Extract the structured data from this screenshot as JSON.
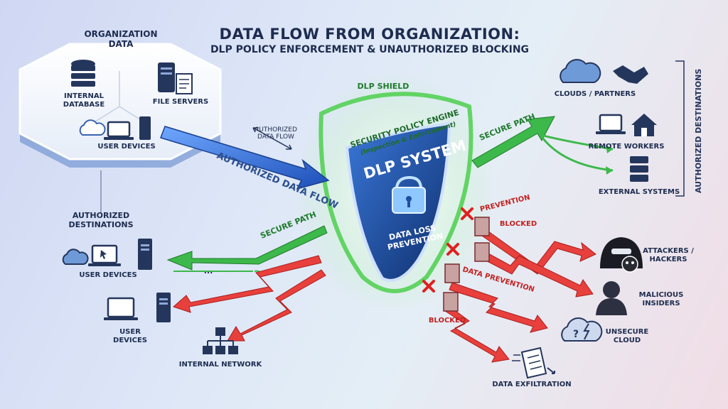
{
  "title": {
    "main": "DATA FLOW FROM ORGANIZATION:",
    "sub": "DLP POLICY ENFORCEMENT & UNAUTHORIZED BLOCKING"
  },
  "organization": {
    "heading": "ORGANIZATION DATA",
    "internal_database": "INTERNAL DATABASE",
    "file_servers": "FILE SERVERS",
    "user_devices": "USER DEVICES"
  },
  "flows": {
    "authorized_small": "AUTHORIZED DATA FLOW",
    "authorized_big": "AUTHORIZED DATA FLOW",
    "secure_path_out": "SECURE PATH",
    "secure_path_in": "SECURE PATH",
    "dots": "..."
  },
  "shield": {
    "label": "DLP SHIELD",
    "engine_line1": "SECURITY POLICY ENGINE",
    "engine_line2": "(Inspection & Enforcement)",
    "system_name": "DLP SYSTEM",
    "subtitle_line1": "DATA LOSS",
    "subtitle_line2": "PREVENTION"
  },
  "authorized_destinations": {
    "side_label": "AUTHORIZED DESTINATIONS",
    "clouds_partners": "CLOUDS / PARTNERS",
    "remote_workers": "REMOTE WORKERS",
    "external_systems": "EXTERNAL SYSTEMS"
  },
  "left_destinations": {
    "heading": "AUTHORIZED DESTINATIONS",
    "user_devices_1": "USER DEVICES",
    "user_devices_2": "USER DEVICES",
    "internal_network": "INTERNAL NETWORK"
  },
  "blocked": {
    "prevention": "PREVENTION",
    "blocked_1": "BLOCKED",
    "data_prevention": "DATA PREVENTION",
    "blocked_2": "BLOCKED"
  },
  "threats": {
    "attackers": "ATTACKERS / HACKERS",
    "insiders": "MALICIOUS INSIDERS",
    "unsecure_cloud": "UNSECURE CLOUD",
    "exfiltration": "DATA EXFILTRATION"
  },
  "colors": {
    "navy": "#1d2c4f",
    "blue_arrow": "#2f6fd6",
    "green": "#2e9e3e",
    "red": "#e03030",
    "shield": "#1e4fa0"
  }
}
